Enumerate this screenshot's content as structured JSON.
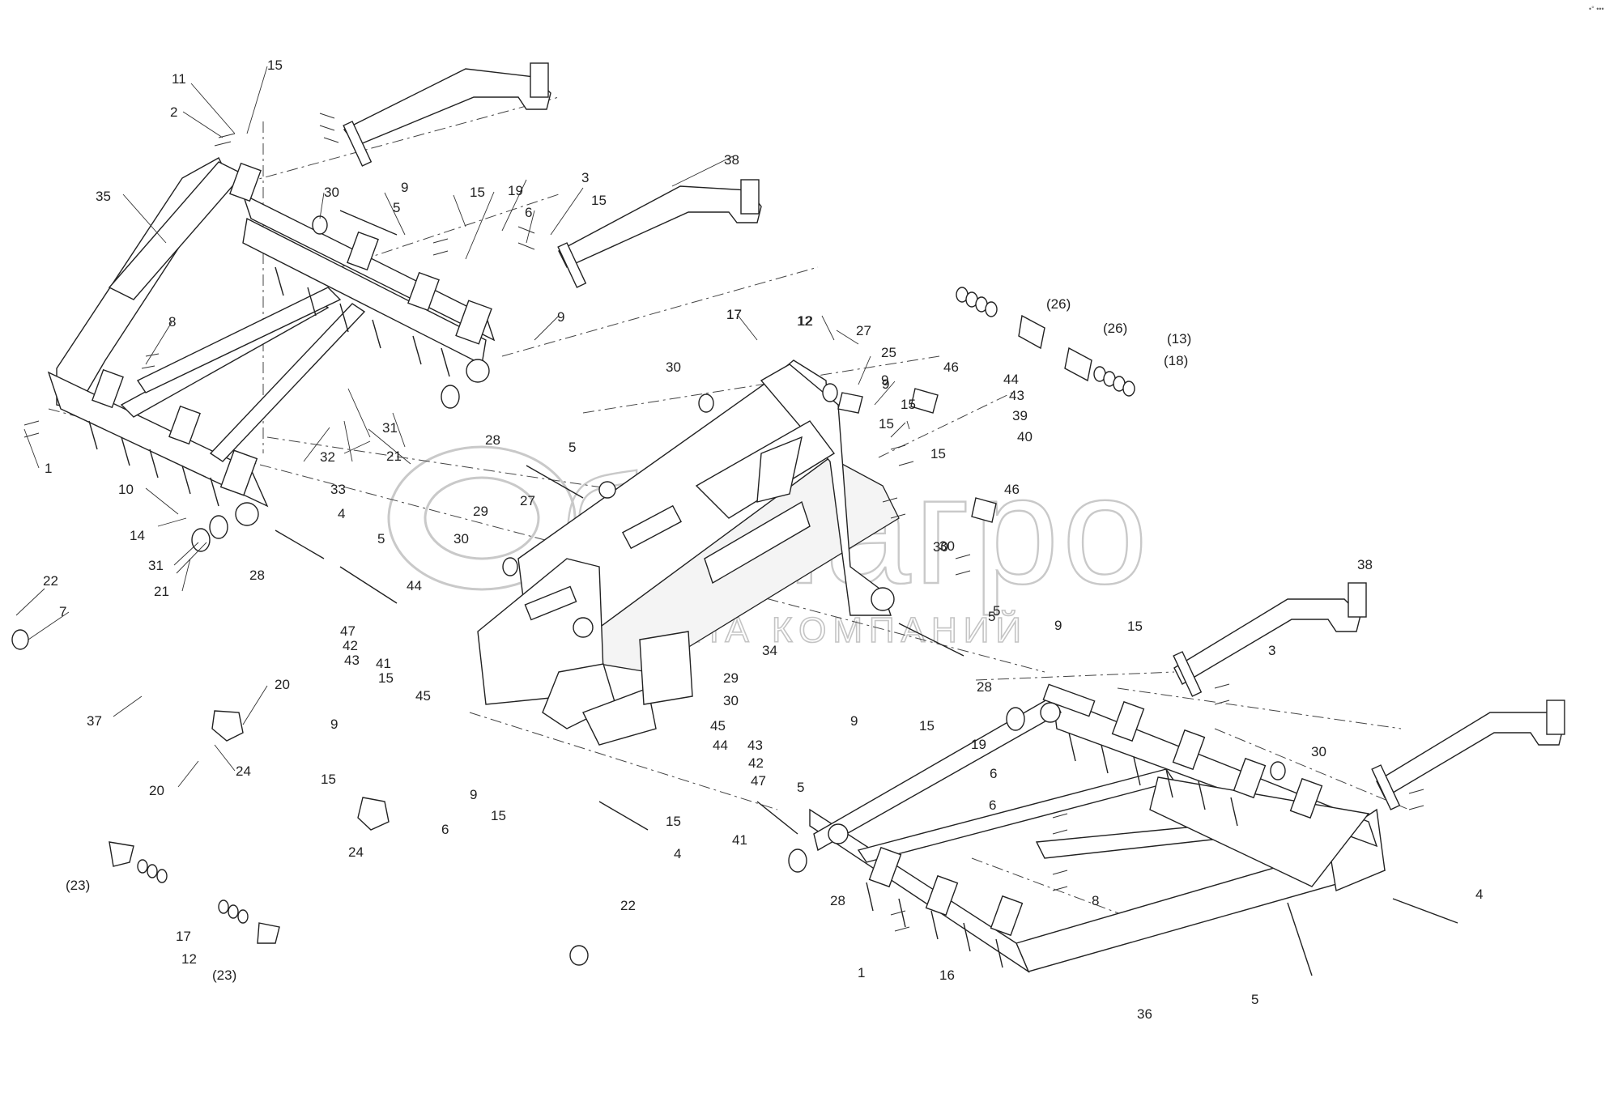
{
  "watermark": {
    "brand": "белагро",
    "subtitle": "ГРУППА КОМПАНИЙ"
  },
  "corner_mark": "•° •••",
  "callouts": [
    {
      "id": "c1",
      "text": "11"
    },
    {
      "id": "c2",
      "text": "15"
    },
    {
      "id": "c3",
      "text": "2"
    },
    {
      "id": "c4",
      "text": "35"
    },
    {
      "id": "c5",
      "text": "30"
    },
    {
      "id": "c6",
      "text": "9"
    },
    {
      "id": "c7",
      "text": "15"
    },
    {
      "id": "c8",
      "text": "19"
    },
    {
      "id": "c9",
      "text": "3"
    },
    {
      "id": "c10",
      "text": "15"
    },
    {
      "id": "c11",
      "text": "5"
    },
    {
      "id": "c12",
      "text": "6"
    },
    {
      "id": "c13",
      "text": "38"
    },
    {
      "id": "c14",
      "text": "9"
    },
    {
      "id": "c15",
      "text": "8"
    },
    {
      "id": "c16",
      "text": "1"
    },
    {
      "id": "c17",
      "text": "31"
    },
    {
      "id": "c18",
      "text": "21"
    },
    {
      "id": "c19",
      "text": "28"
    },
    {
      "id": "c20",
      "text": "32"
    },
    {
      "id": "c21",
      "text": "33"
    },
    {
      "id": "c22",
      "text": "10"
    },
    {
      "id": "c23",
      "text": "14"
    },
    {
      "id": "c24",
      "text": "31"
    },
    {
      "id": "c25",
      "text": "21"
    },
    {
      "id": "c26",
      "text": "28"
    },
    {
      "id": "c27",
      "text": "22"
    },
    {
      "id": "c28",
      "text": "7"
    },
    {
      "id": "c29",
      "text": "37"
    },
    {
      "id": "c30",
      "text": "20"
    },
    {
      "id": "c31",
      "text": "24"
    },
    {
      "id": "c32",
      "text": "20"
    },
    {
      "id": "c33",
      "text": "17"
    },
    {
      "id": "c34",
      "text": "12"
    },
    {
      "id": "c35",
      "text": "30"
    },
    {
      "id": "c36",
      "text": "27"
    },
    {
      "id": "c37",
      "text": "25"
    },
    {
      "id": "c38",
      "text": "9"
    },
    {
      "id": "c39",
      "text": "15"
    },
    {
      "id": "c40",
      "text": "46"
    },
    {
      "id": "c41",
      "text": "44"
    },
    {
      "id": "c42",
      "text": "43"
    },
    {
      "id": "c43",
      "text": "39"
    },
    {
      "id": "c44",
      "text": "15"
    },
    {
      "id": "c45",
      "text": "40"
    },
    {
      "id": "c46",
      "text": "(26)"
    },
    {
      "id": "c47",
      "text": "(26)"
    },
    {
      "id": "c48",
      "text": "(13)"
    },
    {
      "id": "c49",
      "text": "(18)"
    },
    {
      "id": "c50",
      "text": "5"
    },
    {
      "id": "c51",
      "text": "27"
    },
    {
      "id": "c52",
      "text": "29"
    },
    {
      "id": "c53",
      "text": "30"
    },
    {
      "id": "c54",
      "text": "4"
    },
    {
      "id": "c55",
      "text": "5"
    },
    {
      "id": "c56",
      "text": "44"
    },
    {
      "id": "c57",
      "text": "47"
    },
    {
      "id": "c58",
      "text": "42"
    },
    {
      "id": "c59",
      "text": "43"
    },
    {
      "id": "c60",
      "text": "41"
    },
    {
      "id": "c61",
      "text": "15"
    },
    {
      "id": "c62",
      "text": "45"
    },
    {
      "id": "c63",
      "text": "34"
    },
    {
      "id": "c64",
      "text": "29"
    },
    {
      "id": "c65",
      "text": "30"
    },
    {
      "id": "c66",
      "text": "45"
    },
    {
      "id": "c67",
      "text": "44"
    },
    {
      "id": "c68",
      "text": "43"
    },
    {
      "id": "c69",
      "text": "42"
    },
    {
      "id": "c70",
      "text": "47"
    },
    {
      "id": "c71",
      "text": "5"
    },
    {
      "id": "c72",
      "text": "15"
    },
    {
      "id": "c73",
      "text": "41"
    },
    {
      "id": "c74",
      "text": "4"
    },
    {
      "id": "c75",
      "text": "9"
    },
    {
      "id": "c76",
      "text": "15"
    },
    {
      "id": "c77",
      "text": "9"
    },
    {
      "id": "c78",
      "text": "15"
    },
    {
      "id": "c79",
      "text": "6"
    },
    {
      "id": "c80",
      "text": "24"
    },
    {
      "id": "c81",
      "text": "(23)"
    },
    {
      "id": "c82",
      "text": "17"
    },
    {
      "id": "c83",
      "text": "12"
    },
    {
      "id": "c84",
      "text": "(23)"
    },
    {
      "id": "c85",
      "text": "22"
    },
    {
      "id": "c86",
      "text": "30"
    },
    {
      "id": "c87",
      "text": "46"
    },
    {
      "id": "c88",
      "text": "5"
    },
    {
      "id": "c89",
      "text": "9"
    },
    {
      "id": "c90",
      "text": "15"
    },
    {
      "id": "c91",
      "text": "3"
    },
    {
      "id": "c92",
      "text": "38"
    },
    {
      "id": "c93",
      "text": "28"
    },
    {
      "id": "c94",
      "text": "30"
    },
    {
      "id": "c95",
      "text": "9"
    },
    {
      "id": "c96",
      "text": "15"
    },
    {
      "id": "c97",
      "text": "19"
    },
    {
      "id": "c98",
      "text": "6"
    },
    {
      "id": "c99",
      "text": "28"
    },
    {
      "id": "c100",
      "text": "8"
    },
    {
      "id": "c101",
      "text": "1"
    },
    {
      "id": "c102",
      "text": "16"
    },
    {
      "id": "c103",
      "text": "36"
    },
    {
      "id": "c104",
      "text": "4"
    },
    {
      "id": "c105",
      "text": "5"
    },
    {
      "id": "c106",
      "text": "12"
    },
    {
      "id": "c107",
      "text": "17"
    },
    {
      "id": "c108",
      "text": "30"
    },
    {
      "id": "c109",
      "text": "15"
    },
    {
      "id": "c110",
      "text": "9"
    },
    {
      "id": "c111",
      "text": "6"
    },
    {
      "id": "c112",
      "text": "5"
    }
  ]
}
